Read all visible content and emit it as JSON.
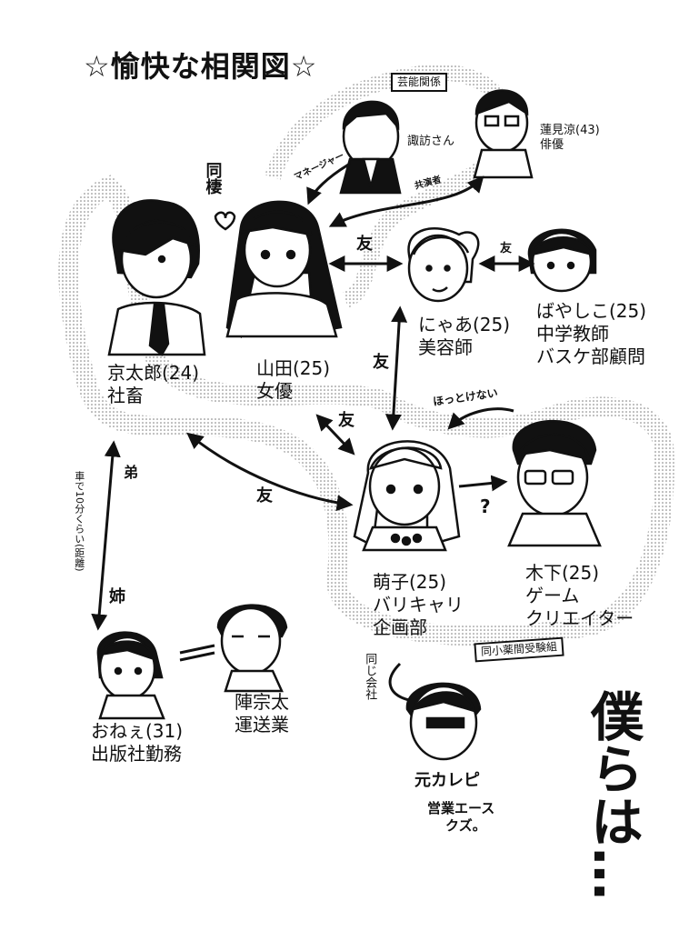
{
  "title": "☆愉快な相関図☆",
  "characters": [
    {
      "id": "kyotaro",
      "name": "京太郎(24)",
      "role": "社畜"
    },
    {
      "id": "yamada",
      "name": "山田(25)",
      "role": "女優"
    },
    {
      "id": "nyaa",
      "name": "にゃあ(25)",
      "role": "美容師"
    },
    {
      "id": "bayashiko",
      "name": "ばやしこ(25)",
      "role": "中学教師",
      "role2": "バスケ部顧問"
    },
    {
      "id": "suwa",
      "name": "諏訪さん"
    },
    {
      "id": "hasumi",
      "name": "蓮見涼(43)",
      "role": "俳優"
    },
    {
      "id": "moeko",
      "name": "萌子(25)",
      "role": "バリキャリ",
      "role2": "企画部"
    },
    {
      "id": "kinoshita",
      "name": "木下(25)",
      "role": "ゲーム",
      "role2": "クリエイター"
    },
    {
      "id": "onee",
      "name": "おねぇ(31)",
      "role": "出版社勤務"
    },
    {
      "id": "jin",
      "name": "陣宗太",
      "role": "運送業"
    },
    {
      "id": "ex",
      "name": "元カレピ",
      "role": "営業エース",
      "role2": "クズ。"
    }
  ],
  "relations": {
    "dosei": "同棲",
    "tomo": "友",
    "manager": "マネージャー",
    "kyoen": "共演者",
    "hottokenai": "ほっとけない",
    "question": "?",
    "otouto": "弟",
    "ane": "姉",
    "distance": "車で10分くらい(距離)",
    "onaji_kaisha": "同じ会社",
    "geino": "芸能関係",
    "dousoukai": "同小薬間受験組"
  },
  "closing": "僕らは…"
}
